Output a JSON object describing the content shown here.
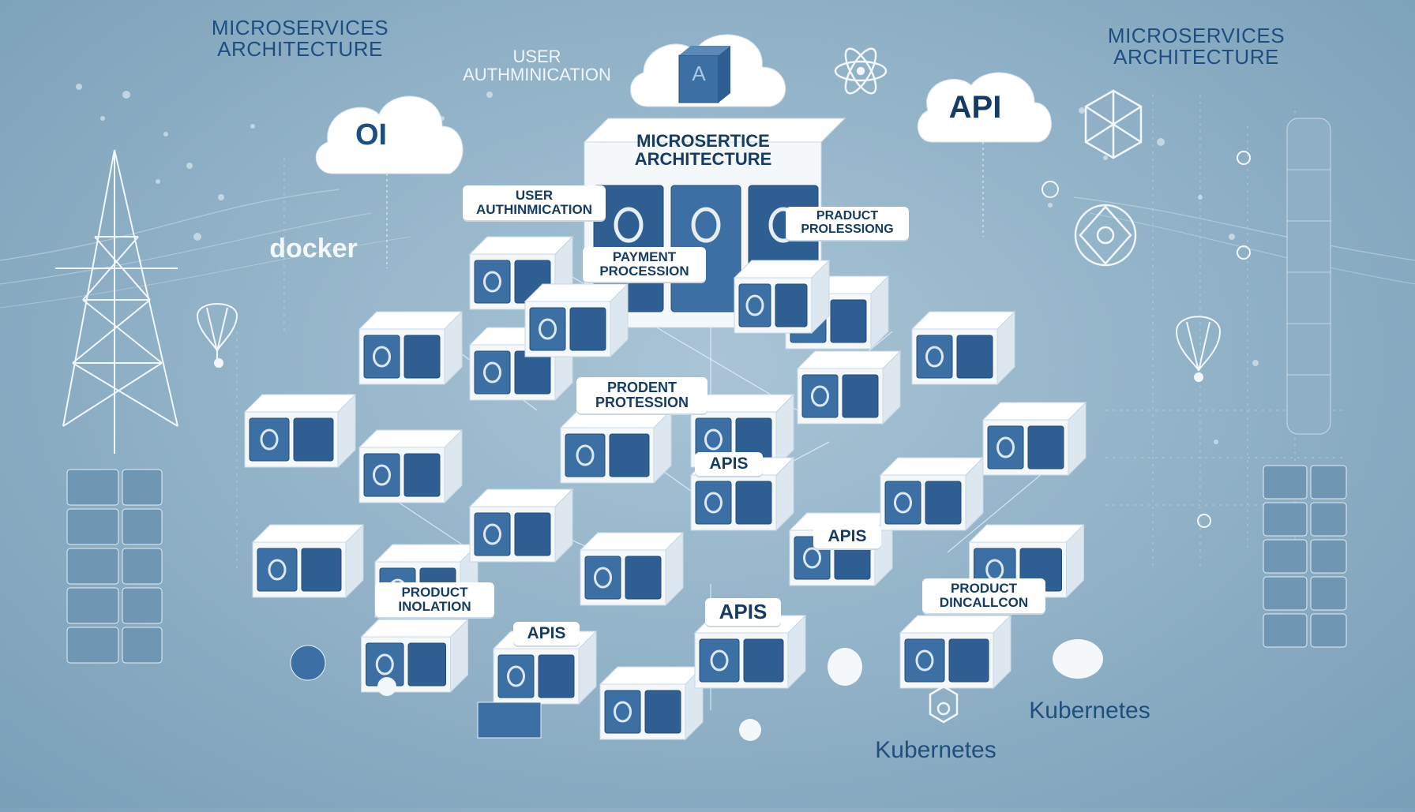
{
  "headings": {
    "top_left": "MICROSERVICES\nARCHITECTURE",
    "top_right": "MICROSERVICES\nARCHITECTURE",
    "top_user": "USER\nAUTHMINICATION"
  },
  "cloud_labels": {
    "left": "OI",
    "center_box": "A",
    "right": "API"
  },
  "central_block": "MICROSERTICE\nARCHITECTURE",
  "tags": {
    "user_auth": "USER\nAUTHINMICATION",
    "payment": "PAYMENT\nPROCESSION",
    "product_processing": "PRADUCT\nPROLESSIONG",
    "prodent": "PRODENT\nPROTESSION",
    "apis_1": "APIS",
    "apis_2": "APIS",
    "apis_3": "APIS",
    "apis_4": "APIS",
    "product_inolation": "PRODUCT\nINOLATION",
    "product_dincallcon": "PRODUCT\nDINCALLCON"
  },
  "brands": {
    "docker": "docker",
    "kubernetes_right": "Kubernetes",
    "kubernetes_bottom": "Kubernetes"
  },
  "colors": {
    "background": "#8fb0c6",
    "box_top": "#ffffff",
    "box_side": "#2f5f92",
    "box_face": "#3c6fa3",
    "line": "#e8f1f7",
    "text": "#1f4f7d"
  }
}
